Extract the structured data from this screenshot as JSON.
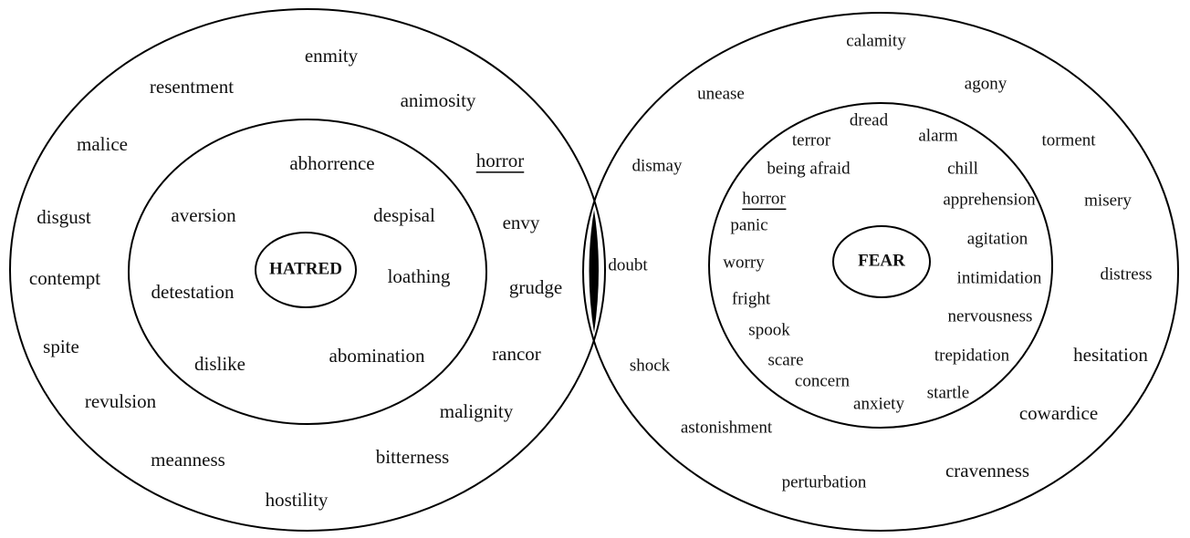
{
  "hatred": {
    "core": "HATRED",
    "inner": [
      "abhorrence",
      "aversion",
      "despisal",
      "detestation",
      "loathing",
      "dislike",
      "abomination"
    ],
    "outer": [
      "enmity",
      "resentment",
      "animosity",
      "malice",
      "horror",
      "disgust",
      "envy",
      "contempt",
      "grudge",
      "spite",
      "rancor",
      "revulsion",
      "malignity",
      "meanness",
      "bitterness",
      "hostility"
    ]
  },
  "fear": {
    "core": "FEAR",
    "inner": [
      "dread",
      "terror",
      "alarm",
      "being afraid",
      "chill",
      "horror",
      "apprehension",
      "panic",
      "agitation",
      "worry",
      "intimidation",
      "fright",
      "nervousness",
      "spook",
      "trepidation",
      "scare",
      "concern",
      "startle",
      "anxiety"
    ],
    "outer": [
      "calamity",
      "agony",
      "unease",
      "torment",
      "dismay",
      "misery",
      "distress",
      "hesitation",
      "shock",
      "cowardice",
      "astonishment",
      "cravenness",
      "perturbation"
    ]
  },
  "overlap": [
    "doubt"
  ],
  "colors": {
    "line": "#000000",
    "text": "#111111",
    "overlap_fill": "#000000"
  }
}
